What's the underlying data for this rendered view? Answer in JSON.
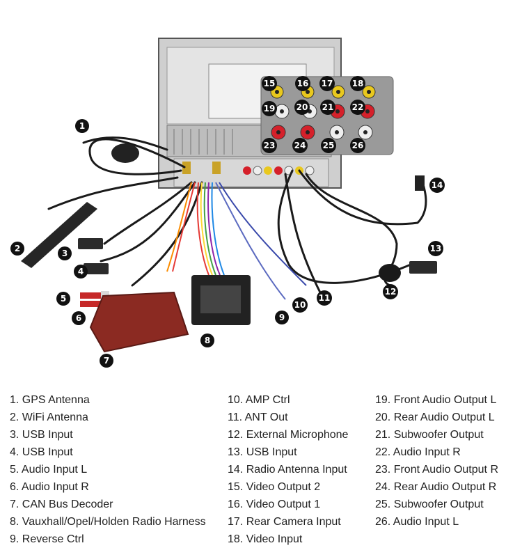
{
  "diagram": {
    "callouts": [
      "1",
      "2",
      "3",
      "4",
      "5",
      "6",
      "7",
      "8",
      "9",
      "10",
      "11",
      "12",
      "13",
      "14",
      "15",
      "16",
      "17",
      "18",
      "19",
      "20",
      "21",
      "22",
      "23",
      "24",
      "25",
      "26"
    ]
  },
  "legend": {
    "col1": [
      "1. GPS Antenna",
      "2. WiFi Antenna",
      "3. USB Input",
      "4. USB Input",
      "5. Audio Input L",
      "6. Audio Input R",
      "7. CAN Bus Decoder",
      "8. Vauxhall/Opel/Holden Radio Harness",
      "9. Reverse Ctrl"
    ],
    "col2": [
      "10. AMP Ctrl",
      "11. ANT Out",
      "12. External Microphone",
      "13. USB Input",
      "14. Radio Antenna Input",
      "15. Video Output 2",
      "16. Video Output 1",
      "17. Rear Camera Input",
      "18. Video Input"
    ],
    "col3": [
      "19. Front Audio Output L",
      "20. Rear Audio Output L",
      "21. Subwoofer Output",
      "22. Audio Input R",
      "23. Front Audio Output R",
      "24. Rear Audio Output R",
      "25. Subwoofer Output",
      "26. Audio Input L"
    ]
  },
  "colors": {
    "badge": "#111111",
    "rca_yellow": "#e9c81e",
    "rca_red": "#d5202a",
    "rca_white": "#eeeeee",
    "decoder_box": "#8b2a22",
    "cable": "#1a1a1a"
  }
}
